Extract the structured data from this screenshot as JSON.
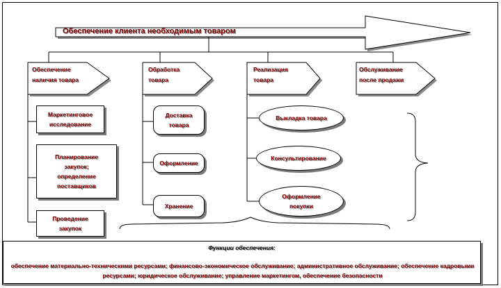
{
  "main_arrow": {
    "label": "Обеспечение клиента необходимым товаром"
  },
  "stages": [
    {
      "label": "Обеспечение\nналичия товара"
    },
    {
      "label": "Обработка\nтовара"
    },
    {
      "label": "Реализация\nтовара"
    },
    {
      "label": "Обслуживание\nпосле продажи"
    }
  ],
  "stage1_items": [
    "Маркетинговое\nисследование",
    "Планирование\nзакупок;\nопределение\nпоставщиков",
    "Проведение\nзакупок"
  ],
  "stage2_items": [
    "Доставка\nтовара",
    "Оформление",
    "Хранение"
  ],
  "stage3_items": [
    "Выкладка товара",
    "Консультирование",
    "Оформление\nпокупки"
  ],
  "support": {
    "title": "Функции обеспечения:",
    "text": "обеспечение материально-техническими ресурсами; финансово-экономическое обслуживание; административное обслуживание; обеспечение кадровыми ресурсами; юридическое обслуживание; управление маркетингом, обеспечение безопасности"
  }
}
